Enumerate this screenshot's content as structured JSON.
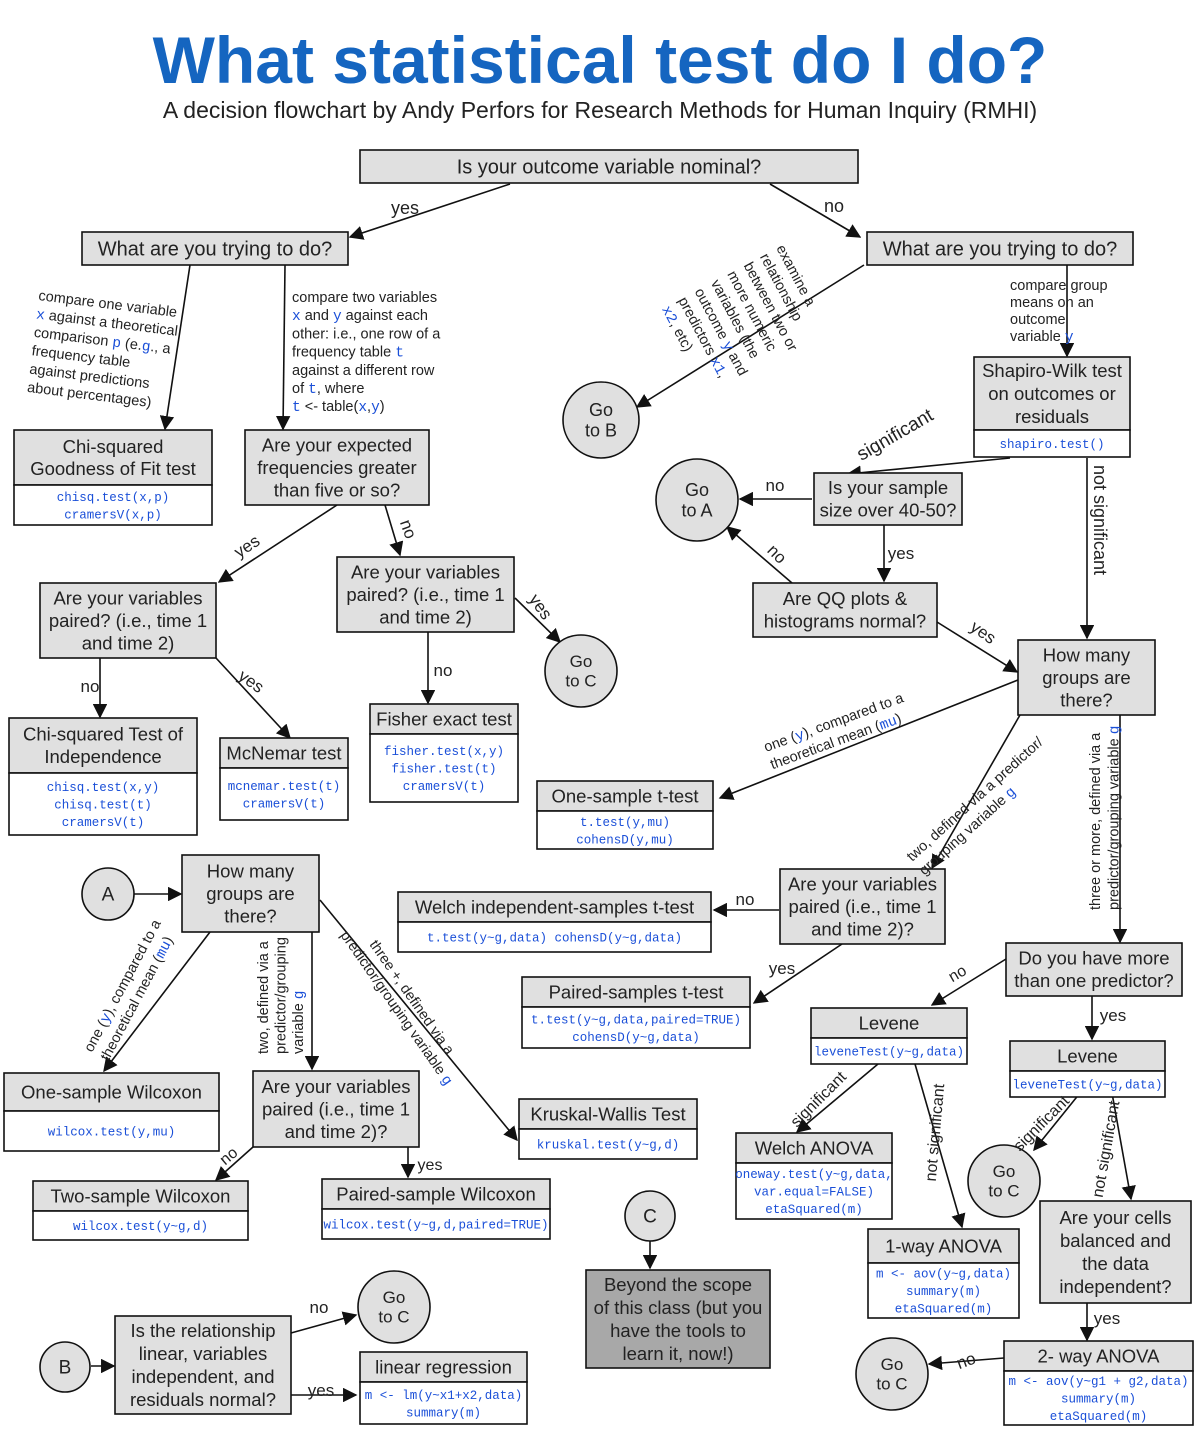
{
  "header": {
    "title": "What statistical test do I do?",
    "subtitle": "A decision flowchart by Andy Perfors for Research Methods for Human Inquiry (RMHI)"
  },
  "colors": {
    "title": "#1565c0",
    "code": "#1a4fd8",
    "box": "#e0e0e0",
    "box_dark": "#a8a8a8",
    "line": "#111111"
  },
  "nodes": {
    "nominal_q": "Is your outcome variable nominal?",
    "left_todo": "What are you trying to do?",
    "right_todo": "What are you trying to do?",
    "chisq_gof": {
      "title": [
        "Chi-squared",
        "Goodness of Fit test"
      ],
      "code": [
        "chisq.test(x,p)",
        "cramersV(x,p)"
      ]
    },
    "expected_freq": [
      "Are your expected",
      "frequencies greater",
      "than five or so?"
    ],
    "paired_left": [
      "Are your variables",
      "paired? (i.e., time 1",
      "and time 2)"
    ],
    "paired_mid": [
      "Are your variables",
      "paired? (i.e., time 1",
      "and time 2)"
    ],
    "chisq_ind": {
      "title": [
        "Chi-squared Test of",
        "Independence"
      ],
      "code": [
        "chisq.test(x,y)",
        "chisq.test(t)",
        "cramersV(t)"
      ]
    },
    "mcnemar": {
      "title": [
        "McNemar test"
      ],
      "code": [
        "mcnemar.test(t)",
        "cramersV(t)"
      ]
    },
    "fisher": {
      "title": [
        "Fisher exact test"
      ],
      "code": [
        "fisher.test(x,y)",
        "fisher.test(t)",
        "cramersV(t)"
      ]
    },
    "go_b": [
      "Go",
      "to B"
    ],
    "go_a": [
      "Go",
      "to A"
    ],
    "go_c1": [
      "Go",
      "to C"
    ],
    "shapiro": {
      "title": [
        "Shapiro-Wilk test",
        "on outcomes or",
        "residuals"
      ],
      "code": [
        "shapiro.test()"
      ]
    },
    "sample_size": [
      "Is your sample",
      "size over 40-50?"
    ],
    "qq_plots": [
      "Are QQ plots &",
      "histograms normal?"
    ],
    "how_many_right": [
      "How many",
      "groups are",
      "there?"
    ],
    "one_sample_t": {
      "title": [
        "One-sample t-test"
      ],
      "code": [
        "t.test(y,mu)",
        "cohensD(y,mu)"
      ]
    },
    "paired_right": [
      "Are your variables",
      "paired (i.e., time 1",
      "and time 2)?"
    ],
    "welch_t": {
      "title": [
        "Welch independent-samples t-test"
      ],
      "code": [
        "t.test(y~g,data)  cohensD(y~g,data)"
      ]
    },
    "paired_t": {
      "title": [
        "Paired-samples t-test"
      ],
      "code": [
        "t.test(y~g,data,paired=TRUE)",
        "cohensD(y~g,data)"
      ]
    },
    "more_predictor": [
      "Do you have more",
      "than one predictor?"
    ],
    "levene1": {
      "title": [
        "Levene"
      ],
      "code": [
        "leveneTest(y~g,data)"
      ]
    },
    "levene2": {
      "title": [
        "Levene"
      ],
      "code": [
        "leveneTest(y~g,data)"
      ]
    },
    "welch_anova": {
      "title": [
        "Welch ANOVA"
      ],
      "code": [
        "oneway.test(y~g,data,",
        "var.equal=FALSE)",
        "etaSquared(m)"
      ]
    },
    "oneway_anova": {
      "title": [
        "1-way ANOVA"
      ],
      "code": [
        "m <- aov(y~g,data)",
        "summary(m)",
        "etaSquared(m)"
      ]
    },
    "go_c2": [
      "Go",
      "to C"
    ],
    "cells_balanced": [
      "Are your cells",
      "balanced and",
      "the data",
      "independent?"
    ],
    "twoway_anova": {
      "title": [
        "2- way ANOVA"
      ],
      "code": [
        "m <- aov(y~g1 + g2,data)",
        "summary(m)",
        "etaSquared(m)"
      ]
    },
    "go_c3": [
      "Go",
      "to C"
    ],
    "a_circle": "A",
    "how_many_left": [
      "How many",
      "groups are",
      "there?"
    ],
    "one_sample_wilcoxon": {
      "title": [
        "One-sample Wilcoxon"
      ],
      "code": [
        "wilcox.test(y,mu)"
      ]
    },
    "paired_a": [
      "Are your variables",
      "paired (i.e., time 1",
      "and time 2)?"
    ],
    "kruskal": {
      "title": [
        "Kruskal-Wallis Test"
      ],
      "code": [
        "kruskal.test(y~g,d)"
      ]
    },
    "two_sample_wilcoxon": {
      "title": [
        "Two-sample Wilcoxon"
      ],
      "code": [
        "wilcox.test(y~g,d)"
      ]
    },
    "paired_wilcoxon": {
      "title": [
        "Paired-sample Wilcoxon"
      ],
      "code": [
        "wilcox.test(y~g,d,paired=TRUE)"
      ]
    },
    "c_circle": "C",
    "beyond_scope": [
      "Beyond the scope",
      "of this class (but you",
      "have the tools to",
      "learn it, now!)"
    ],
    "b_circle": "B",
    "relationship_q": [
      "Is the relationship",
      "linear, variables",
      "independent, and",
      "residuals normal?"
    ],
    "go_c4": [
      "Go",
      "to C"
    ],
    "linear_regression": {
      "title": [
        "linear regression"
      ],
      "code": [
        "m <- lm(y~x1+x2,data)",
        "summary(m)"
      ]
    }
  },
  "edge_labels": {
    "yes": "yes",
    "no": "no",
    "significant": "significant",
    "not_significant": "not significant"
  },
  "annotations": {
    "compare_one": [
      "compare one variable",
      "x against a theoretical",
      "comparison p (e.g., a",
      "frequency table",
      "against predictions",
      "about percentages)"
    ],
    "compare_two": [
      "compare two variables",
      "x and y against each",
      "other: i.e., one row of a",
      "frequency table t",
      "against a different row",
      "of t, where",
      "t <- table(x,y)"
    ],
    "examine_rel": [
      "examine a",
      "relationship",
      "between two or",
      "more numeric",
      "variables (the",
      "outcome y and",
      "predictors x1,",
      "x2, etc)"
    ],
    "compare_group": [
      "compare group",
      "means on an",
      "outcome",
      "variable y"
    ],
    "one_y_right": [
      "one (y), compared to a",
      "theoretical mean (mu)"
    ],
    "two_groups_right": [
      "two, defined via a predictor/",
      "grouping variable g"
    ],
    "three_more_right": [
      "three or more, defined via a",
      "predictor/grouping variable g"
    ],
    "one_y_left": [
      "one (y), compared to a",
      "theoretical mean (mu)"
    ],
    "two_groups_left": [
      "two, defined via a",
      "predictor/grouping",
      "variable g"
    ],
    "three_left": [
      "three +, defined via a",
      "predictor/grouping variable g"
    ]
  }
}
